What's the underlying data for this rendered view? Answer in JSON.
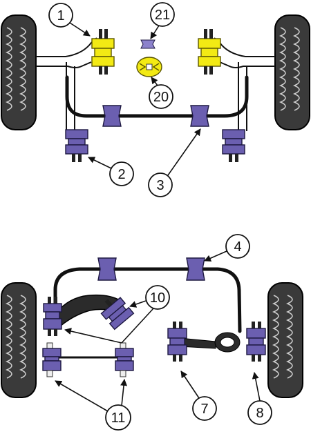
{
  "callouts": {
    "c1": "1",
    "c2": "2",
    "c3": "3",
    "c4": "4",
    "c7": "7",
    "c8": "8",
    "c10": "10",
    "c11": "11",
    "c20": "20",
    "c21": "21"
  },
  "colors": {
    "bush_purple": "#6b5fb0",
    "bush_yellow": "#f3ea14",
    "tyre": "#3a3a3a"
  }
}
